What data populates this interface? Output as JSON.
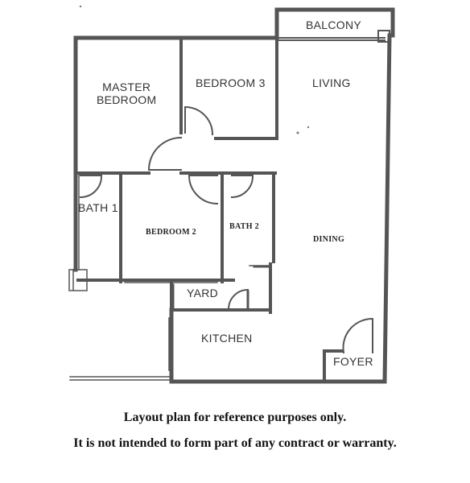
{
  "rooms": {
    "balcony": "BALCONY",
    "master_bedroom_line1": "MASTER",
    "master_bedroom_line2": "BEDROOM",
    "bedroom3": "BEDROOM 3",
    "living": "LIVING",
    "bath1": "BATH 1",
    "bedroom2": "BEDROOM 2",
    "bath2": "BATH 2",
    "dining": "DINING",
    "yard": "YARD",
    "kitchen": "KITCHEN",
    "foyer": "FOYER"
  },
  "disclaimer": {
    "line1": "Layout plan for reference purposes only.",
    "line2": "It is not intended to form part of any contract or warranty."
  },
  "colors": {
    "wall": "#555555",
    "text": "#333333"
  }
}
